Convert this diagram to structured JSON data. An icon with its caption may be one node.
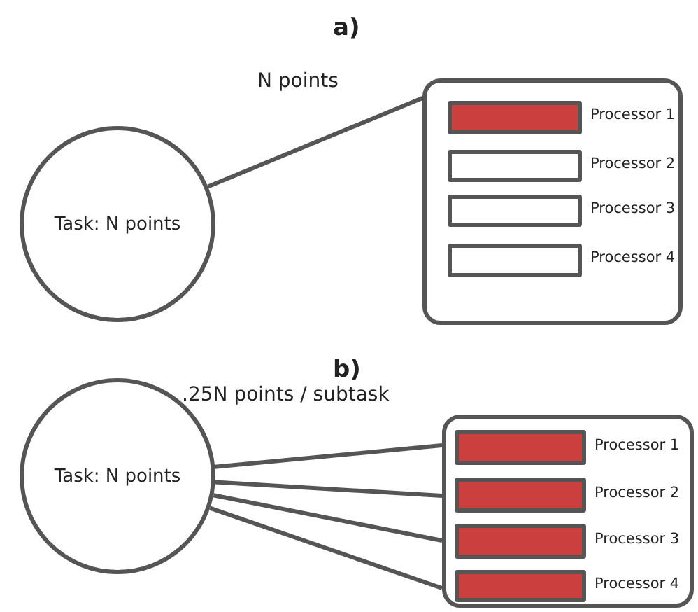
{
  "diagram": {
    "nodes": [
      {
        "text": [
          "Task: N points"
        ]
      },
      {
        "text": [],
        "shape": "box"
      },
      {
        "text": [],
        "shape": "bar",
        "beside": [
          "Processor 1"
        ],
        "in": 1
      },
      {
        "text": [],
        "shape": "bar",
        "beside": [
          "Processor 2"
        ],
        "in": 1
      },
      {
        "text": [],
        "shape": "bar",
        "beside": [
          "Processor 3"
        ],
        "in": 1
      },
      {
        "text": [],
        "shape": "bar",
        "beside": [
          "Processor 4"
        ],
        "in": 1
      },
      {
        "text": [
          "Task: N points"
        ]
      },
      {
        "text": [],
        "shape": "box"
      },
      {
        "text": [],
        "shape": "bar",
        "beside": [
          "Processor 1"
        ],
        "in": 7
      },
      {
        "text": [],
        "shape": "bar",
        "beside": [
          "Processor 2"
        ],
        "in": 7
      },
      {
        "text": [],
        "shape": "bar",
        "beside": [
          "Processor 3"
        ],
        "in": 7
      },
      {
        "text": [],
        "shape": "bar",
        "beside": [
          "Processor 4"
        ],
        "in": 7
      }
    ],
    "edges": [
      {
        "from": 0,
        "to": 1,
        "arrow": "none",
        "label": "N points"
      },
      {
        "from": 6,
        "to": 7,
        "arrow": "none"
      },
      {
        "from": 6,
        "to": 7,
        "arrow": "none"
      },
      {
        "from": 6,
        "to": 7,
        "arrow": "none"
      },
      {
        "from": 6,
        "to": 7,
        "arrow": "none"
      }
    ],
    "labels": [
      "a)",
      "b)",
      ".25N points / subtask"
    ]
  }
}
